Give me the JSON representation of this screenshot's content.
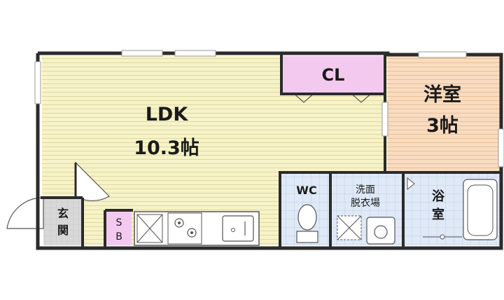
{
  "rooms": {
    "ldk": {
      "name": "LDK",
      "size": "10.3帖",
      "color": "#f7f3c8"
    },
    "closet": {
      "name": "CL",
      "color": "#f4c9f0"
    },
    "western_room": {
      "name": "洋室",
      "size": "3帖",
      "color": "#f9dcc0"
    },
    "wc": {
      "name": "WC",
      "color": "#dfe9f7"
    },
    "washroom": {
      "name_line1": "洗面",
      "name_line2": "脱衣場",
      "color": "#dfe9f7"
    },
    "bathroom": {
      "name_line1": "浴",
      "name_line2": "室",
      "color": "#dfe9f7"
    },
    "entrance": {
      "name_line1": "玄",
      "name_line2": "関",
      "color": "#d8d8d8"
    },
    "shoe_box": {
      "name_line1": "S",
      "name_line2": "B",
      "color": "#f4c9f0"
    }
  },
  "colors": {
    "wall": "#2b2b2b",
    "window": "#9a9a9a",
    "fixture": "#555555"
  }
}
